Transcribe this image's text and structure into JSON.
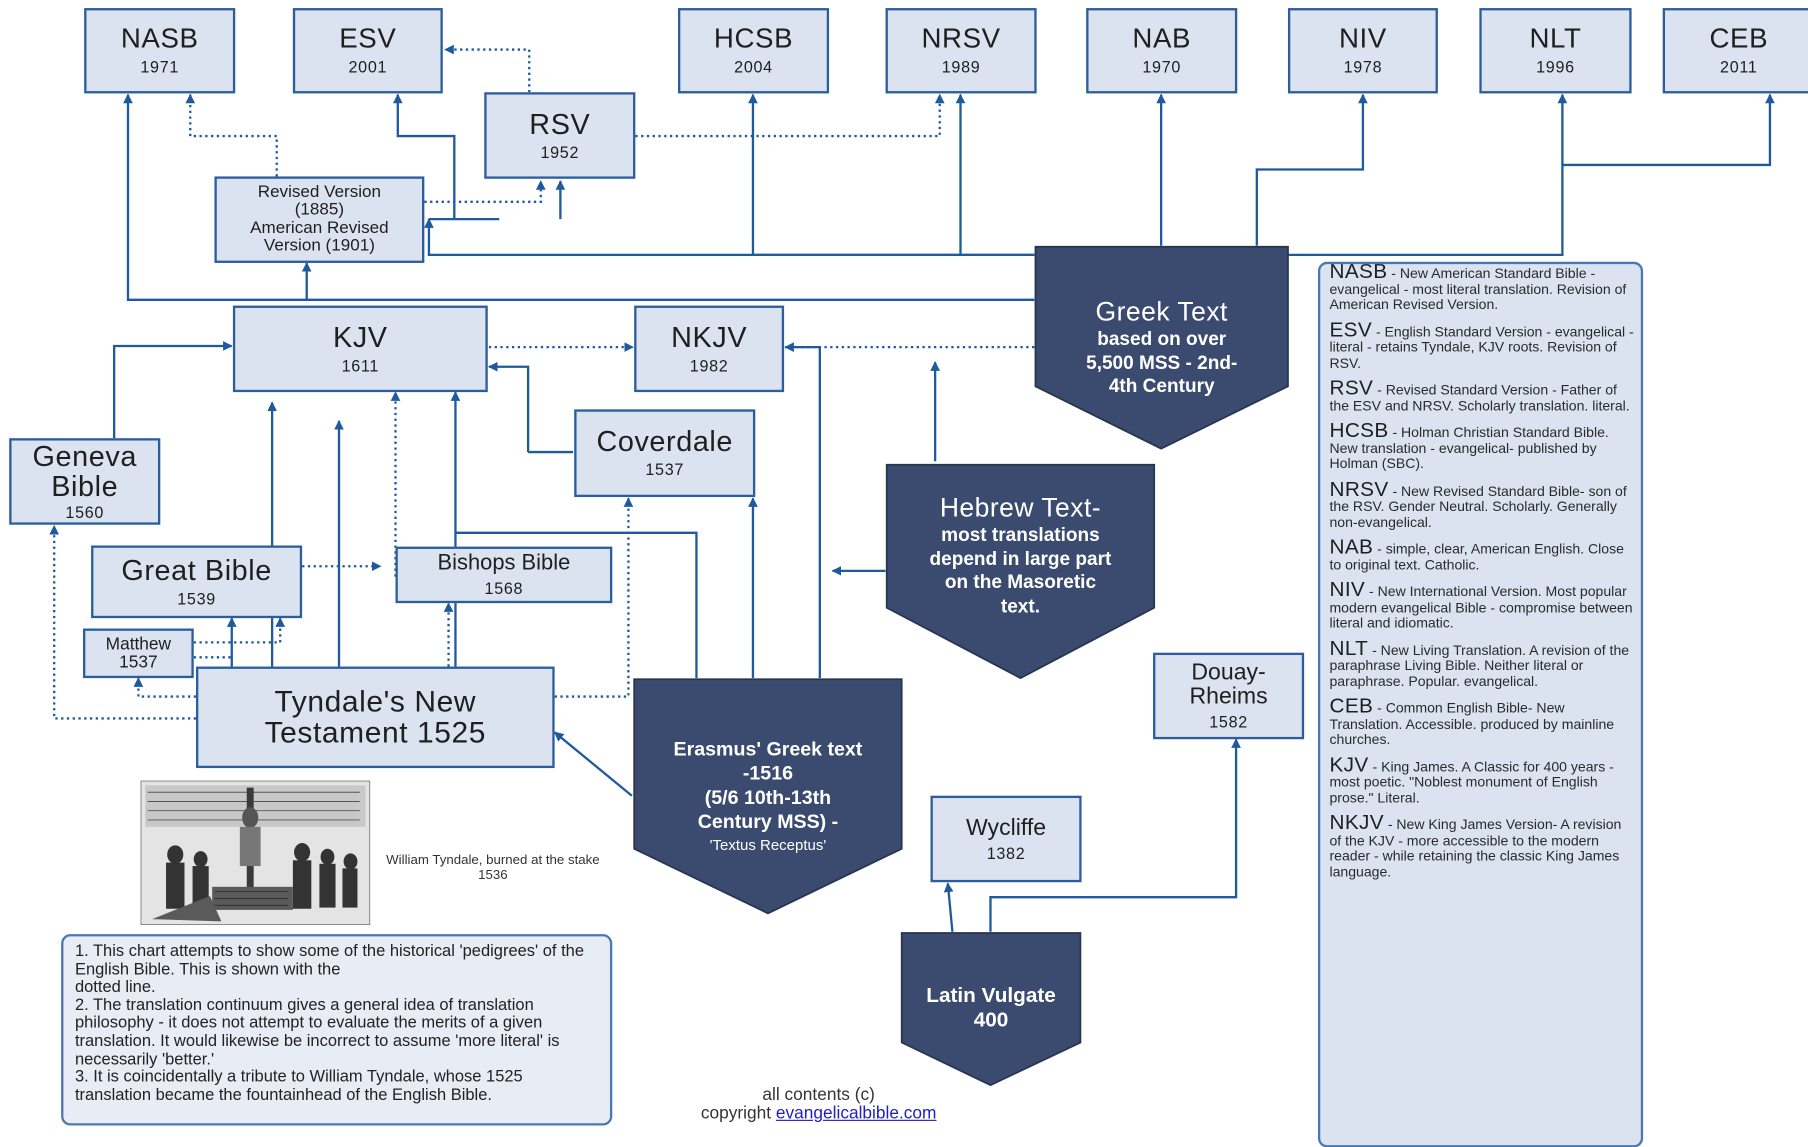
{
  "versions": {
    "nasb": {
      "name": "NASB",
      "year": "1971"
    },
    "esv": {
      "name": "ESV",
      "year": "2001"
    },
    "hcsb": {
      "name": "HCSB",
      "year": "2004"
    },
    "nrsv": {
      "name": "NRSV",
      "year": "1989"
    },
    "nab": {
      "name": "NAB",
      "year": "1970"
    },
    "niv": {
      "name": "NIV",
      "year": "1978"
    },
    "nlt": {
      "name": "NLT",
      "year": "1996"
    },
    "ceb": {
      "name": "CEB",
      "year": "2011"
    },
    "rsv": {
      "name": "RSV",
      "year": "1952"
    },
    "kjv": {
      "name": "KJV",
      "year": "1611"
    },
    "nkjv": {
      "name": "NKJV",
      "year": "1982"
    },
    "coverdale": {
      "name": "Coverdale",
      "year": "1537"
    },
    "geneva": {
      "name_line1": "Geneva",
      "name_line2": "Bible",
      "year": "1560"
    },
    "great": {
      "name": "Great Bible",
      "year": "1539"
    },
    "bishops": {
      "name": "Bishops Bible",
      "year": "1568"
    },
    "matthew": {
      "name": "Matthew",
      "year": "1537"
    },
    "douay": {
      "name_line1": "Douay-",
      "name_line2": "Rheims",
      "year": "1582"
    },
    "wycliffe": {
      "name": "Wycliffe",
      "year": "1382"
    }
  },
  "revised_version": {
    "line1": "Revised Version",
    "line2": "(1885)",
    "line3": "American Revised",
    "line4": "Version (1901)"
  },
  "tyndale": {
    "line1": "Tyndale's New",
    "line2": "Testament 1525"
  },
  "sources": {
    "greek": {
      "title": "Greek Text",
      "l1": "based on over",
      "l2": "5,500 MSS - 2nd-",
      "l3": "4th Century"
    },
    "hebrew": {
      "title": "Hebrew Text-",
      "l1": "most translations",
      "l2": "depend in large part",
      "l3": "on the Masoretic",
      "l4": "text."
    },
    "erasmus": {
      "l1": "Erasmus' Greek text",
      "l2": "-1516",
      "l3": "(5/6 10th-13th",
      "l4": "Century MSS) -",
      "l5": "'Textus Receptus'"
    },
    "vulgate": {
      "l1": "Latin Vulgate",
      "l2": "400"
    }
  },
  "legend": [
    {
      "abbr": "NASB",
      "text": " - New American Standard Bible - evangelical - most literal translation. Revision of American Revised Version."
    },
    {
      "abbr": "ESV",
      "text": " - English Standard Version - evangelical - literal - retains Tyndale, KJV roots. Revision of RSV."
    },
    {
      "abbr": "RSV",
      "text": " - Revised Standard Version - Father of the ESV and NRSV. Scholarly translation. literal."
    },
    {
      "abbr": "HCSB",
      "text": " - Holman Christian Standard Bible. New translation - evangelical- published by Holman (SBC)."
    },
    {
      "abbr": "NRSV",
      "text": " - New Revised Standard Bible- son of the RSV. Gender Neutral. Scholarly. Generally non-evangelical."
    },
    {
      "abbr": "NAB",
      "text": " - simple, clear, American English.  Close to original text. Catholic."
    },
    {
      "abbr": "NIV",
      "text": " - New International Version. Most popular modern evangelical Bible - compromise between literal and idiomatic."
    },
    {
      "abbr": "NLT",
      "text": " - New Living Translation.  A revision of the paraphrase Living Bible. Neither literal or paraphrase. Popular. evangelical."
    },
    {
      "abbr": "CEB",
      "text": " - Common English Bible- New Translation. Accessible. produced by mainline churches."
    },
    {
      "abbr": "KJV",
      "text": " - King James.  A Classic for 400 years - most poetic. \"Noblest monument of English prose.\" Literal."
    },
    {
      "abbr": "NKJV",
      "text": " -  New King James Version- A revision of the KJV - more accessible to the modern reader - while retaining the classic King James language."
    }
  ],
  "notes": {
    "p1a": "1. This chart attempts to show some of the historical 'pedigrees' of the English Bible.  This is shown with the",
    "p1b": "dotted line.",
    "p2": "2. The translation continuum gives a general idea of translation philosophy - it does not attempt to evaluate the merits of a given translation. It would likewise be incorrect to assume 'more literal' is necessarily 'better.'",
    "p3": "3. It is coincidentally a tribute to William Tyndale, whose 1525 translation became the fountainhead of the English Bible."
  },
  "caption": "William Tyndale, burned at the stake 1536",
  "copyright": {
    "line1": "all contents (c)",
    "prefix": "copyright ",
    "link": "evangelicalbible.com"
  },
  "colors": {
    "box_fill": "#dbe3f0",
    "box_border": "#2c5d9c",
    "arrow": "#1f5a9e",
    "source_fill": "#3b4b6f"
  }
}
